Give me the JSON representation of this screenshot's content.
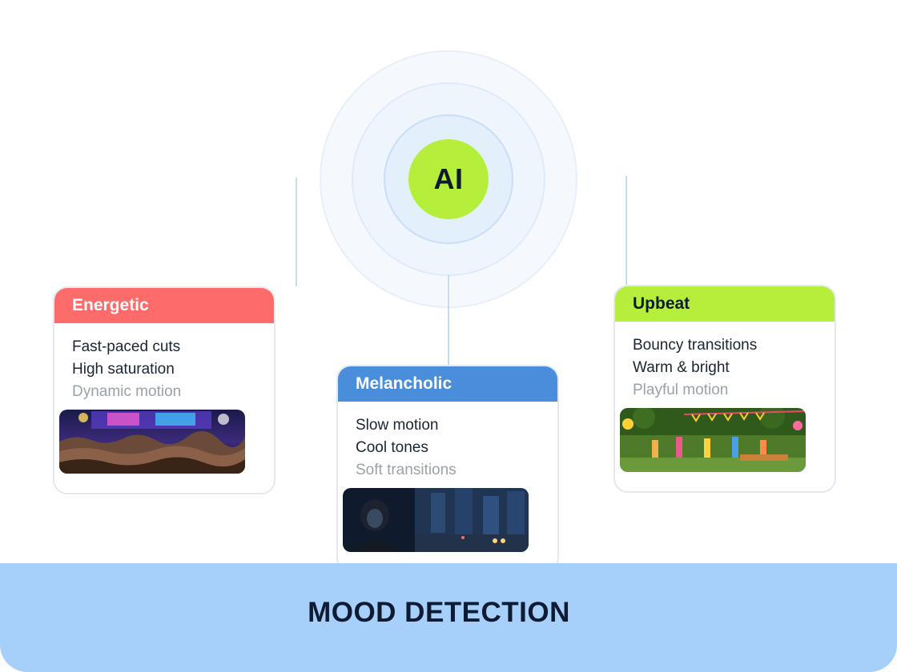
{
  "hub": {
    "label": "AI",
    "color": "#b5ef3c"
  },
  "cards": [
    {
      "title": "Energetic",
      "header_color": "#fe6b6b",
      "lines": [
        "Fast-paced cuts",
        "High saturation",
        "Dynamic motion"
      ],
      "thumbnail": "concert-crowd"
    },
    {
      "title": "Melancholic",
      "header_color": "#4a8edb",
      "lines": [
        "Slow motion",
        "Cool tones",
        "Soft transitions"
      ],
      "thumbnail": "rainy-city-window"
    },
    {
      "title": "Upbeat",
      "header_color": "#b5ef3c",
      "lines": [
        "Bouncy transitions",
        "Warm & bright",
        "Playful motion"
      ],
      "thumbnail": "garden-party"
    }
  ],
  "footer": {
    "title": "MOOD DETECTION",
    "color": "#a6d0fa"
  }
}
